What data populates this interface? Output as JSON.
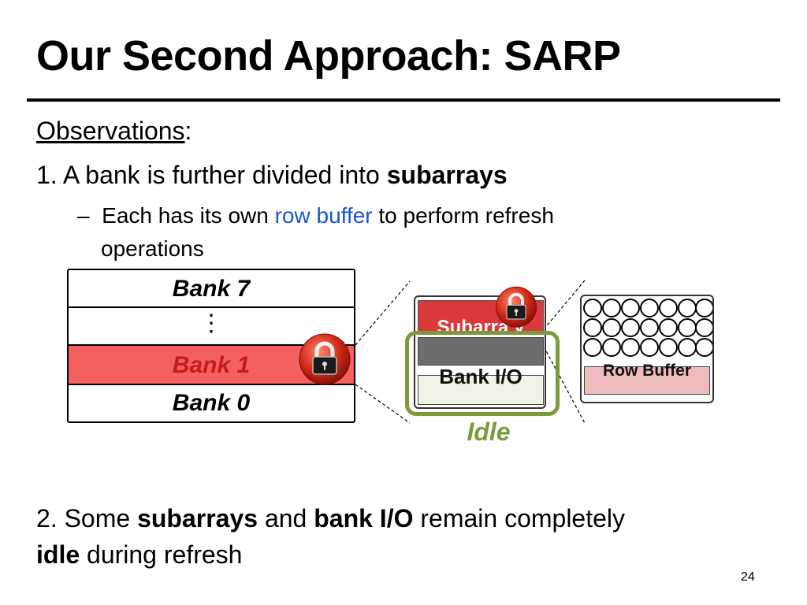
{
  "slide": {
    "title": "Our Second Approach: SARP",
    "observations_label": "Observations",
    "observations_colon": ":",
    "point1_prefix": "1. A bank is further divided into ",
    "point1_bold": "subarrays",
    "sub_dash": "–",
    "sub1_prefix": "Each has its own ",
    "sub1_link": "row buffer",
    "sub1_suffix": " to perform refresh",
    "sub1_line2": "operations",
    "point2_prefix": "2. Some ",
    "point2_bold1": "subarrays",
    "point2_mid": " and ",
    "point2_bold2": "bank I/O",
    "point2_suffix": " remain completely",
    "point2_line2_bold": "idle",
    "point2_line2_suffix": " during refresh",
    "page_number": "24"
  },
  "diagram": {
    "banks": {
      "bank7": "Bank 7",
      "dots": "⋮",
      "bank1": "Bank 1",
      "bank0": "Bank 0"
    },
    "subarray_label": "Subarra y",
    "bank_io_label": "Bank I/O",
    "idle_label": "Idle",
    "row_buffer_label": "Row Buffer",
    "lock_icon": "lock-icon",
    "colors": {
      "refresh_red": "#f45f5f",
      "bank1_text": "#c41c1c",
      "subarray_red": "#d9393b",
      "idle_green": "#7a9a3b",
      "row_buffer_pink": "#eebcbc",
      "highlight_blue": "#1a55c7"
    }
  }
}
